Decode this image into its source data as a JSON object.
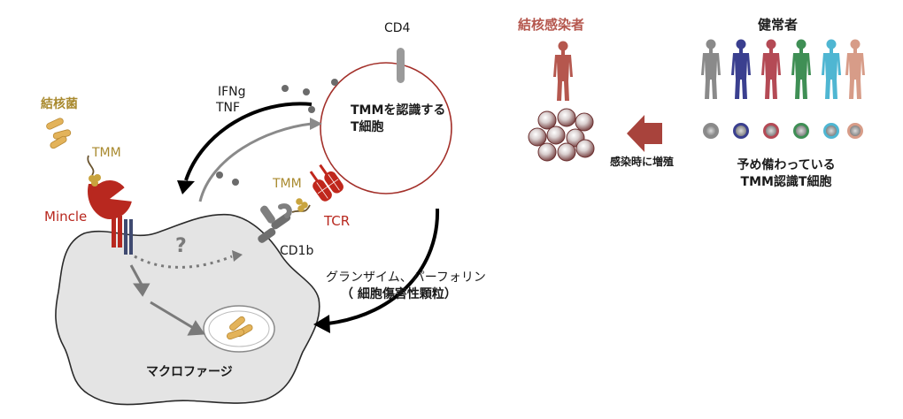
{
  "labels": {
    "cd4": "CD4",
    "tmm_recognizing_t_cell_line1": "TMMを認識する",
    "tmm_recognizing_t_cell_line2": "T細胞",
    "ifng": "IFNg",
    "tnf": "TNF",
    "tb_bacteria": "結核菌",
    "tmm_left": "TMM",
    "mincle": "Mincle",
    "tmm_mid": "TMM",
    "tcr": "TCR",
    "cd1b": "CD1b",
    "question": "?",
    "granzyme_perforin": "グランザイム、パーフォリン",
    "cytotoxic_granules": "（ 細胞傷害性顆粒）",
    "macrophage": "マクロファージ",
    "tb_infected": "結核感染者",
    "healthy": "健常者",
    "expand_on_infection": "感染時に増殖",
    "preexisting_line1": "予め備わっている",
    "preexisting_line2": "TMM認識T細胞"
  },
  "colors": {
    "accent_red": "#b8281f",
    "gold": "#c9a43e",
    "macrophage_fill": "#e4e4e4",
    "infected_label": "#b5574e",
    "people": [
      "#8a8a8a",
      "#3a3f8f",
      "#b44a55",
      "#3f8f55",
      "#4fb6d2",
      "#d79c88"
    ]
  }
}
